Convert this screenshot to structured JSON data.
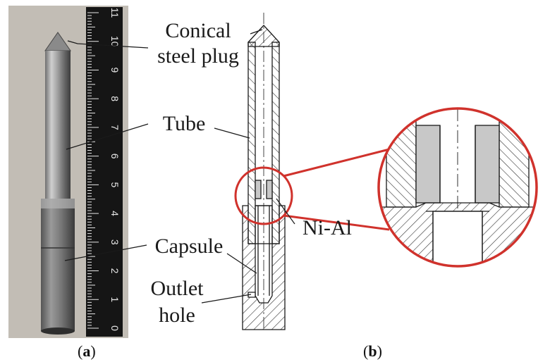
{
  "labels": {
    "conical_line1": "Conical",
    "conical_line2": "steel plug",
    "tube": "Tube",
    "capsule": "Capsule",
    "outlet_line1": "Outlet",
    "outlet_line2": "hole",
    "ni_al": "Ni-Al"
  },
  "captions": {
    "a": "a",
    "b": "b"
  },
  "ruler_ticks": [
    "0",
    "1",
    "2",
    "3",
    "4",
    "5",
    "6",
    "7",
    "8",
    "9",
    "10",
    "11"
  ],
  "colors": {
    "accent": "#d0322c",
    "line": "#1a1a1a",
    "fill_gray": "#c8c8c8"
  }
}
